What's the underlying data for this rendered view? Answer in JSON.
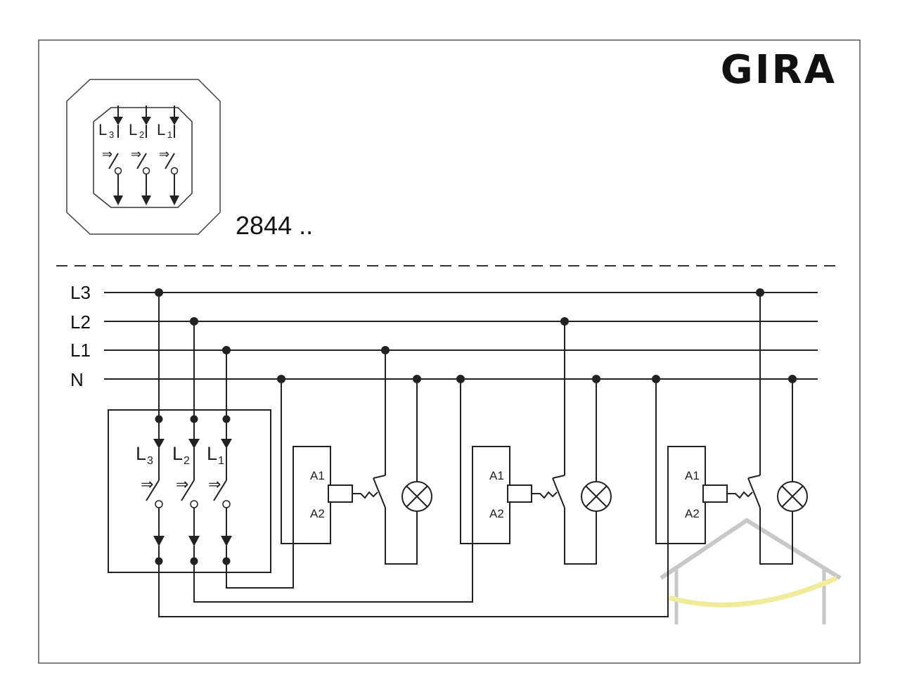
{
  "brand": "GIRA",
  "model_number": "2844 ..",
  "lines": [
    {
      "id": "L3",
      "label": "L3"
    },
    {
      "id": "L2",
      "label": "L2"
    },
    {
      "id": "L1",
      "label": "L1"
    },
    {
      "id": "N",
      "label": "N"
    }
  ],
  "switch_poles": [
    {
      "label": "L",
      "subscript": "3"
    },
    {
      "label": "L",
      "subscript": "2"
    },
    {
      "label": "L",
      "subscript": "1"
    }
  ],
  "relay_terminals": {
    "top": "A1",
    "bottom": "A2"
  },
  "switch_symbol": "⇒",
  "colors": {
    "line": "#222222",
    "frame": "#555555",
    "watermark_gray": "#c8c8c8",
    "watermark_yellow": "#f1ec9c"
  }
}
